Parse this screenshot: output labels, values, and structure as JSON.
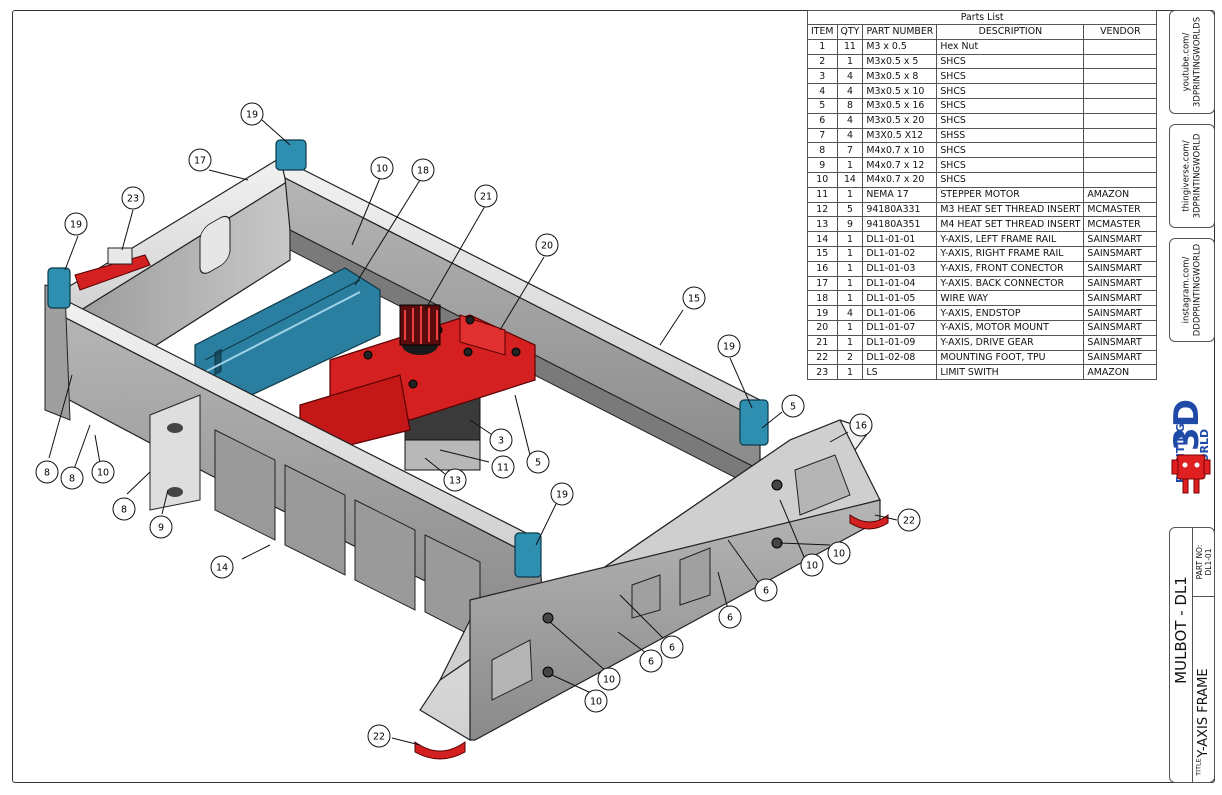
{
  "parts_list": {
    "title": "Parts List",
    "headers": [
      "ITEM",
      "QTY",
      "PART NUMBER",
      "DESCRIPTION",
      "VENDOR"
    ],
    "rows": [
      [
        "1",
        "11",
        "M3 x 0.5",
        "Hex Nut",
        ""
      ],
      [
        "2",
        "1",
        "M3x0.5 x 5",
        "SHCS",
        ""
      ],
      [
        "3",
        "4",
        "M3x0.5 x 8",
        "SHCS",
        ""
      ],
      [
        "4",
        "4",
        "M3x0.5 x 10",
        "SHCS",
        ""
      ],
      [
        "5",
        "8",
        "M3x0.5 x 16",
        "SHCS",
        ""
      ],
      [
        "6",
        "4",
        "M3x0.5 x 20",
        "SHCS",
        ""
      ],
      [
        "7",
        "4",
        "M3X0.5 X12",
        "SHSS",
        ""
      ],
      [
        "8",
        "7",
        "M4x0.7 x 10",
        "SHCS",
        ""
      ],
      [
        "9",
        "1",
        "M4x0.7 x 12",
        "SHCS",
        ""
      ],
      [
        "10",
        "14",
        "M4x0.7 x 20",
        "SHCS",
        ""
      ],
      [
        "11",
        "1",
        "NEMA 17",
        "STEPPER MOTOR",
        "AMAZON"
      ],
      [
        "12",
        "5",
        "94180A331",
        "M3 HEAT SET THREAD INSERT",
        "MCMASTER"
      ],
      [
        "13",
        "9",
        "94180A351",
        "M4 HEAT SET THREAD INSERT",
        "MCMASTER"
      ],
      [
        "14",
        "1",
        "DL1-01-01",
        "Y-AXIS, LEFT FRAME RAIL",
        "SAINSMART"
      ],
      [
        "15",
        "1",
        "DL1-01-02",
        "Y-AXIS, RIGHT  FRAME RAIL",
        "SAINSMART"
      ],
      [
        "16",
        "1",
        "DL1-01-03",
        "Y-AXIS, FRONT CONECTOR",
        "SAINSMART"
      ],
      [
        "17",
        "1",
        "DL1-01-04",
        "Y-AXIS. BACK CONNECTOR",
        "SAINSMART"
      ],
      [
        "18",
        "1",
        "DL1-01-05",
        "WIRE WAY",
        "SAINSMART"
      ],
      [
        "19",
        "4",
        "DL1-01-06",
        "Y-AXIS, ENDSTOP",
        "SAINSMART"
      ],
      [
        "20",
        "1",
        "DL1-01-07",
        "Y-AXIS, MOTOR MOUNT",
        "SAINSMART"
      ],
      [
        "21",
        "1",
        "DL1-01-09",
        "Y-AXIS, DRIVE GEAR",
        "SAINSMART"
      ],
      [
        "22",
        "2",
        "DL1-02-08",
        "MOUNTING FOOT, TPU",
        "SAINSMART"
      ],
      [
        "23",
        "1",
        "LS",
        "LIMIT SWITH",
        "AMAZON"
      ]
    ]
  },
  "side_links": {
    "youtube": [
      "youtube.com/",
      "3DPRINTINGWORLDS"
    ],
    "thingiverse": [
      "thingiverse.com/",
      "3DPRINTINGWORLD"
    ],
    "instagram": [
      "instagram.com/",
      "DDDPRINTINGWORLD"
    ]
  },
  "logo": {
    "text_3d": "3D",
    "text_printing": "PRINTING",
    "text_world": "WORLD",
    "colors": {
      "blue": "#1f4aa8",
      "red": "#e02020"
    }
  },
  "title_block": {
    "part_no_label": "PART NO:",
    "part_no": "DL1-01",
    "title_label": "TITLE",
    "project": "MULBOT - DL1",
    "title": "Y-AXIS FRAME"
  },
  "balloons": [
    {
      "label": "19"
    },
    {
      "label": "17"
    },
    {
      "label": "10"
    },
    {
      "label": "18"
    },
    {
      "label": "21"
    },
    {
      "label": "23"
    },
    {
      "label": "19"
    },
    {
      "label": "20"
    },
    {
      "label": "15"
    },
    {
      "label": "19"
    },
    {
      "label": "5"
    },
    {
      "label": "16"
    },
    {
      "label": "3"
    },
    {
      "label": "11"
    },
    {
      "label": "5"
    },
    {
      "label": "13"
    },
    {
      "label": "8"
    },
    {
      "label": "8"
    },
    {
      "label": "10"
    },
    {
      "label": "8"
    },
    {
      "label": "9"
    },
    {
      "label": "14"
    },
    {
      "label": "19"
    },
    {
      "label": "22"
    },
    {
      "label": "10"
    },
    {
      "label": "10"
    },
    {
      "label": "6"
    },
    {
      "label": "6"
    },
    {
      "label": "6"
    },
    {
      "label": "6"
    },
    {
      "label": "10"
    },
    {
      "label": "10"
    },
    {
      "label": "22"
    }
  ],
  "colors": {
    "frame": "#d9d9d9",
    "frame_dark": "#8c8c8c",
    "motor_mount": "#d42020",
    "wire_way": "#2a7fa0",
    "endstop": "#2f8fb0"
  }
}
